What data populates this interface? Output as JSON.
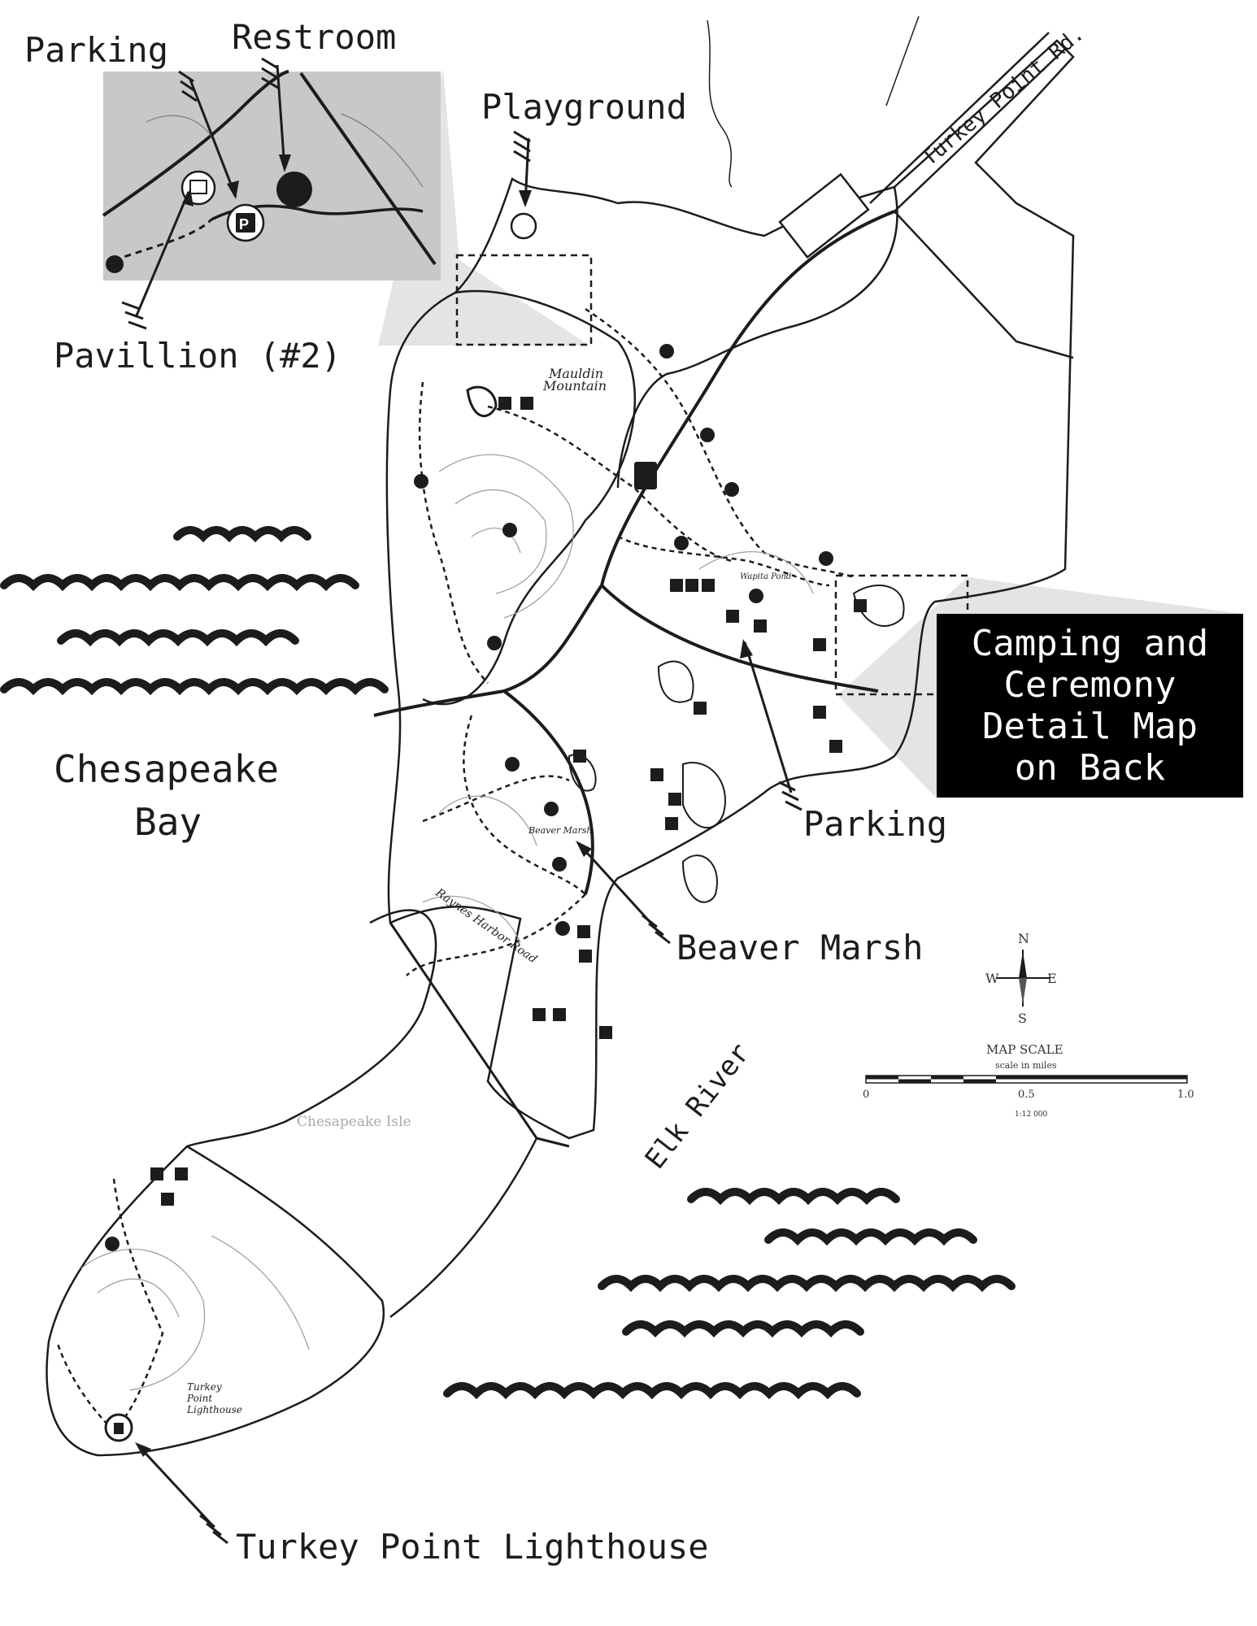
{
  "labels": {
    "parking_top": "Parking",
    "restroom": "Restroom",
    "playground": "Playground",
    "pavillion": "Pavillion (#2)",
    "road": "Turkey Point Rd.",
    "chesapeake_bay_line1": "Chesapeake",
    "chesapeake_bay_line2": "Bay",
    "parking_mid": "Parking",
    "beaver_marsh": "Beaver Marsh",
    "elk_river": "Elk River",
    "lighthouse": "Turkey Point Lighthouse",
    "camping_box": [
      "Camping and",
      "Ceremony",
      "Detail Map",
      "on Back"
    ]
  },
  "map_text": {
    "mauldin_line1": "Mauldin",
    "mauldin_line2": "Mountain",
    "wapita_pond": "Wapita Pond",
    "beaver_marsh_small": "Beaver Marsh",
    "raynes_harbor_road": "Raynes Harbor Road",
    "chesapeake_isle": "Chesapeake Isle",
    "turkey_point_lighthouse_line1": "Turkey",
    "turkey_point_lighthouse_line2": "Point",
    "turkey_point_lighthouse_line3": "Lighthouse"
  },
  "compass": {
    "n": "N",
    "s": "S",
    "e": "E",
    "w": "W"
  },
  "scale": {
    "title": "MAP SCALE",
    "subtitle": "scale in miles",
    "ticks": [
      "0",
      "0.5",
      "1.0"
    ],
    "ratio": "1:12 000"
  },
  "colors": {
    "ink": "#1c1c1c",
    "inset_bg": "#c8c8c8",
    "shadow": "#e2e2e2"
  }
}
